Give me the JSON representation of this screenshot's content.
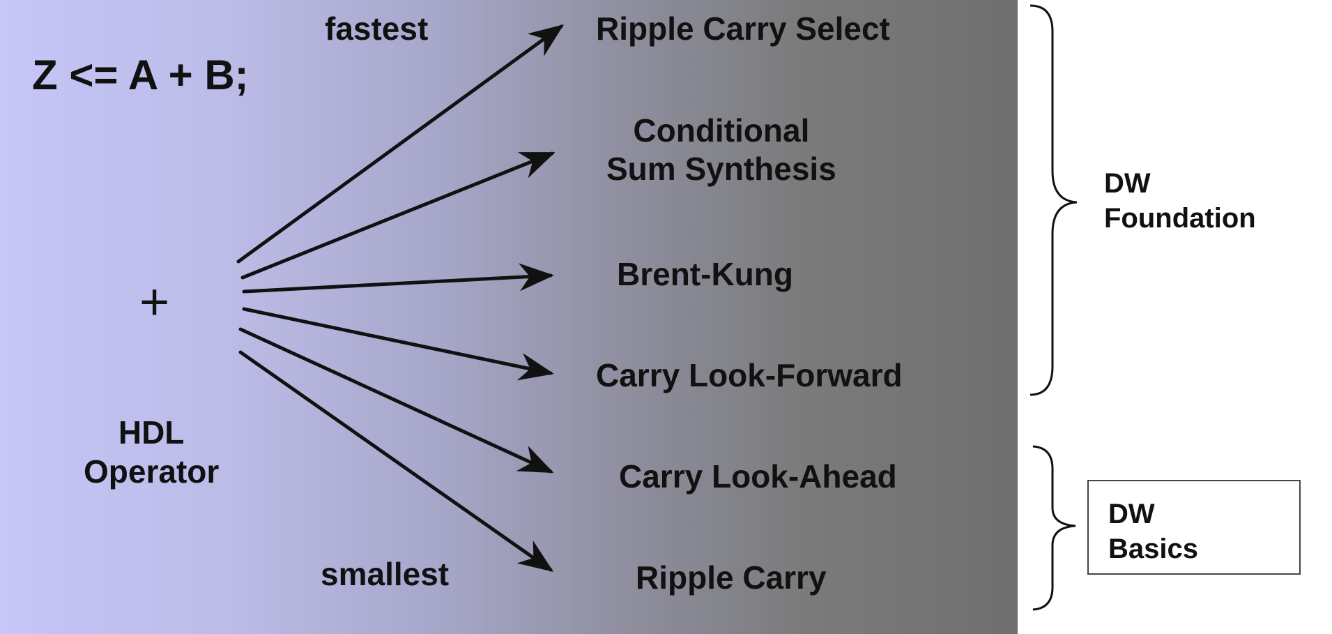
{
  "expression": "Z <= A + B;",
  "operator_symbol": "+",
  "operator_label": [
    "HDL",
    "Operator"
  ],
  "speed_label_top": "fastest",
  "speed_label_bottom": "smallest",
  "architectures": [
    {
      "lines": [
        "Ripple Carry Select"
      ]
    },
    {
      "lines": [
        "Conditional",
        "Sum Synthesis"
      ]
    },
    {
      "lines": [
        "Brent-Kung"
      ]
    },
    {
      "lines": [
        "Carry Look-Forward"
      ]
    },
    {
      "lines": [
        "Carry Look-Ahead"
      ]
    },
    {
      "lines": [
        "Ripple Carry"
      ]
    }
  ],
  "groups": [
    {
      "lines": [
        "DW",
        "Foundation"
      ]
    },
    {
      "lines": [
        "DW",
        "Basics"
      ]
    }
  ],
  "colors": {
    "gradient_start": "#c6c6f8",
    "gradient_end": "#6f6f6f",
    "ink": "#111111"
  }
}
